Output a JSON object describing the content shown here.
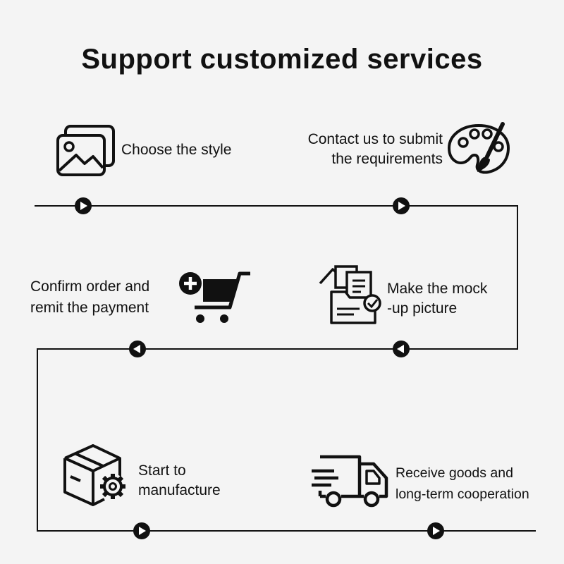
{
  "title": "Support customized services",
  "steps": [
    {
      "line1": "Choose the style",
      "icon": "image-gallery-icon"
    },
    {
      "line1": "Contact us to submit",
      "line2": "the requirements",
      "icon": "palette-icon"
    },
    {
      "line1": "Make the mock",
      "line2": "-up picture",
      "icon": "documents-folder-icon"
    },
    {
      "line1": "Confirm order and",
      "line2": "remit the payment",
      "icon": "cart-add-icon"
    },
    {
      "line1": "Start to",
      "line2": "manufacture",
      "icon": "box-gear-icon"
    },
    {
      "line1": "Receive goods and",
      "line2": "long-term cooperation",
      "icon": "delivery-truck-icon"
    }
  ],
  "arrow_directions": [
    "right",
    "right",
    "left",
    "left",
    "right",
    "right"
  ]
}
